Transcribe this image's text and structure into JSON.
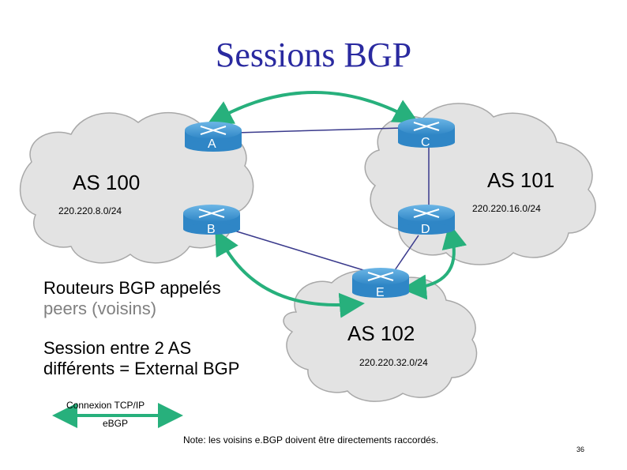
{
  "title": "Sessions BGP",
  "as_groups": [
    {
      "name": "AS 100",
      "network": "220.220.8.0/24"
    },
    {
      "name": "AS 101",
      "network": "220.220.16.0/24"
    },
    {
      "name": "AS 102",
      "network": "220.220.32.0/24"
    }
  ],
  "routers": [
    "A",
    "C",
    "B",
    "D",
    "E"
  ],
  "notes": {
    "line1a": "Routeurs BGP appelés",
    "line1b": "peers (voisins)",
    "line2a": "Session entre 2 AS",
    "line2b": "différents = External BGP"
  },
  "legend": {
    "label": "Connexion TCP/IP",
    "sub": "eBGP"
  },
  "footer_note": "Note: les voisins e.BGP doivent être directements raccordés.",
  "page_number": "36",
  "colors": {
    "title": "#2a2aa0",
    "cloud_fill": "#e3e3e3",
    "cloud_stroke": "#a8a8a8",
    "session_arc": "#27b07c",
    "link": "#3a3a8c",
    "router": "#2f86c6",
    "peers_text": "#808080"
  }
}
